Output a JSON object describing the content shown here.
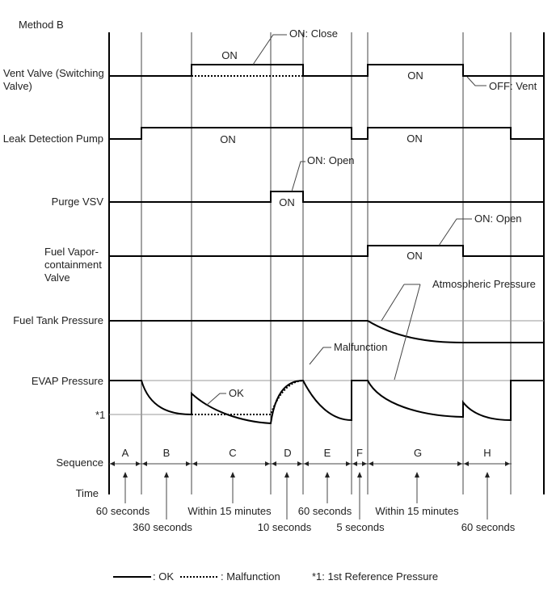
{
  "method_title": "Method B",
  "rows": {
    "vent_valve": [
      "Vent Valve (Switching",
      "Valve)"
    ],
    "leak_pump": [
      "Leak Detection Pump"
    ],
    "purge_vsv": [
      "Purge VSV"
    ],
    "fuel_vapor_valve": [
      "Fuel Vapor-",
      "containment",
      "Valve"
    ],
    "fuel_tank_pressure": [
      "Fuel Tank Pressure"
    ],
    "evap_pressure": [
      "EVAP Pressure"
    ],
    "ref_marker": "*1",
    "sequence": [
      "Sequence"
    ],
    "time": [
      "Time"
    ]
  },
  "states": {
    "on": "ON",
    "on_close": "ON: Close",
    "on_open": "ON: Open",
    "off_vent": "OFF: Vent",
    "atmospheric": "Atmospheric Pressure",
    "ok": "OK",
    "malfunction": "Malfunction"
  },
  "sequence_letters": [
    "A",
    "B",
    "C",
    "D",
    "E",
    "F",
    "G",
    "H"
  ],
  "durations": {
    "A": "60 seconds",
    "B": "360 seconds",
    "C": "Within 15 minutes",
    "D": "10 seconds",
    "E": "60 seconds",
    "F": "5 seconds",
    "G": "Within 15 minutes",
    "H": "60 seconds"
  },
  "legend": {
    "ok": ": OK",
    "malfunction": ": Malfunction",
    "note": "*1: 1st Reference Pressure"
  }
}
